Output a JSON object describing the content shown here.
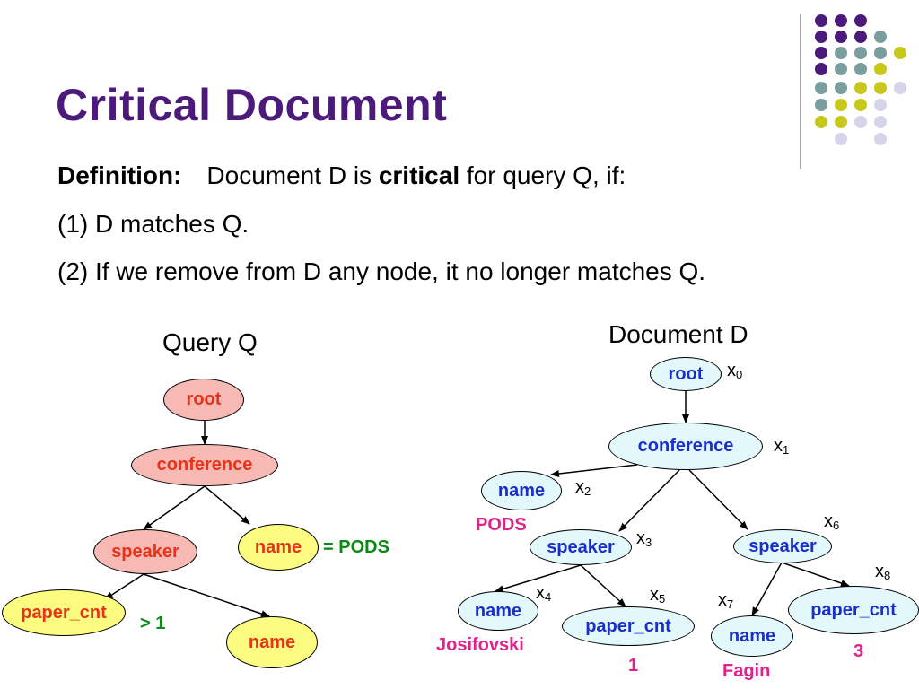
{
  "slide": {
    "title": "Critical Document",
    "definition_label": "Definition:",
    "definition_pre": "Document D is ",
    "definition_bold": "critical",
    "definition_post": " for query Q, if:",
    "condition1": "(1) D matches Q.",
    "condition2": "(2) If we remove from D any node, it no longer matches Q."
  },
  "query": {
    "title": "Query Q",
    "nodes": {
      "root": "root",
      "conference": "conference",
      "speaker": "speaker",
      "name": "name",
      "paper_cnt": "paper_cnt",
      "speaker_name": "name"
    },
    "conditions": {
      "name": "= PODS",
      "paper_cnt": "> 1"
    }
  },
  "document": {
    "title": "Document D",
    "nodes": {
      "root": "root",
      "conference": "conference",
      "name": "name",
      "speaker1": "speaker",
      "speaker2": "speaker",
      "name1": "name",
      "paper_cnt1": "paper_cnt",
      "name2": "name",
      "paper_cnt2": "paper_cnt"
    },
    "values": {
      "name": "PODS",
      "name1": "Josifovski",
      "paper_cnt1": "1",
      "name2": "Fagin",
      "paper_cnt2": "3"
    },
    "variables": {
      "x0": "0",
      "x1": "1",
      "x2": "2",
      "x3": "3",
      "x4": "4",
      "x5": "5",
      "x6": "6",
      "x7": "7",
      "x8": "8"
    },
    "variable_letter": "x"
  },
  "colors": {
    "title": "#4b1a7a",
    "query_node_text": "#e8331a",
    "query_pink_fill": "#f6b9b4",
    "query_yellow_fill": "#fcfc80",
    "doc_node_text": "#1a2fc9",
    "doc_node_fill": "#e3f8fb",
    "condition_text": "#0a8a14",
    "value_text": "#e0228a",
    "dot_purple": "#4b1a7a",
    "dot_teal": "#7a9e9e",
    "dot_yellow": "#c8c81a",
    "dot_lavender": "#d4d4ea"
  }
}
